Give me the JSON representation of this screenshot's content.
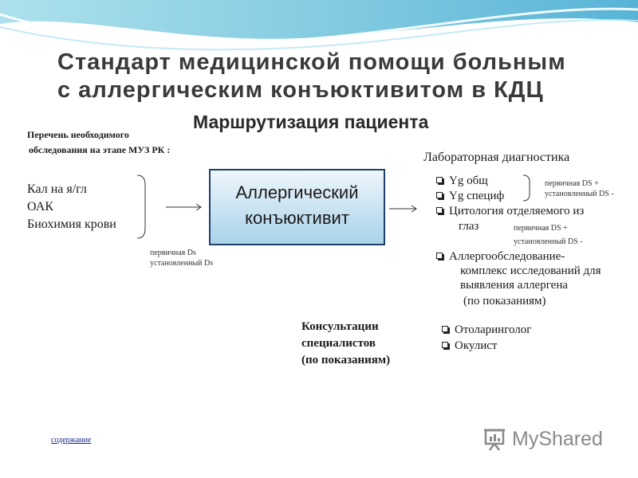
{
  "header": {
    "title_line1": "Стандарт медицинской помощи больным",
    "title_line2": "с аллергическим конъюктивитом  в  КДЦ",
    "subtitle": "Маршрутизация пациента"
  },
  "left_section": {
    "heading_line1": "Перечень необходимого",
    "heading_line2": "обследования на этапе МУЗ РК :",
    "items": [
      "Кал на я/гл",
      "ОАК",
      "Биохимия крови"
    ],
    "note_line1": "первичная Ds",
    "note_line2": "установленный  Ds"
  },
  "center_box": {
    "line1": "Аллергический",
    "line2": "конъюктивит"
  },
  "lab_section": {
    "heading": "Лабораторная диагностика",
    "items": [
      "Yg  общ",
      "Yg специф",
      "Цитология отделяемого из",
      "глаз"
    ],
    "bracket_note_line1": "первичная DS  +",
    "bracket_note_line2": "установленный DS  -",
    "cytology_note_line1": "первичная  DS  +",
    "cytology_note_line2": "установленный  DS  -",
    "allergy_line1": "Аллергообследование-",
    "allergy_line2": "комплекс исследований для",
    "allergy_line3": "выявления аллергена",
    "allergy_line4": "(по показаниям)"
  },
  "consult_section": {
    "line1": "Консультации",
    "line2": "специалистов",
    "line3": "(по показаниям)",
    "items": [
      "Отоларинголог",
      "Окулист"
    ]
  },
  "footer": {
    "toc_link": "содержание",
    "logo_text": "MyShared"
  },
  "colors": {
    "wave": "#7fcbe0",
    "box_border": "#1f3f6b",
    "box_fill": "#bfdff0",
    "link": "#1b2a8a"
  }
}
